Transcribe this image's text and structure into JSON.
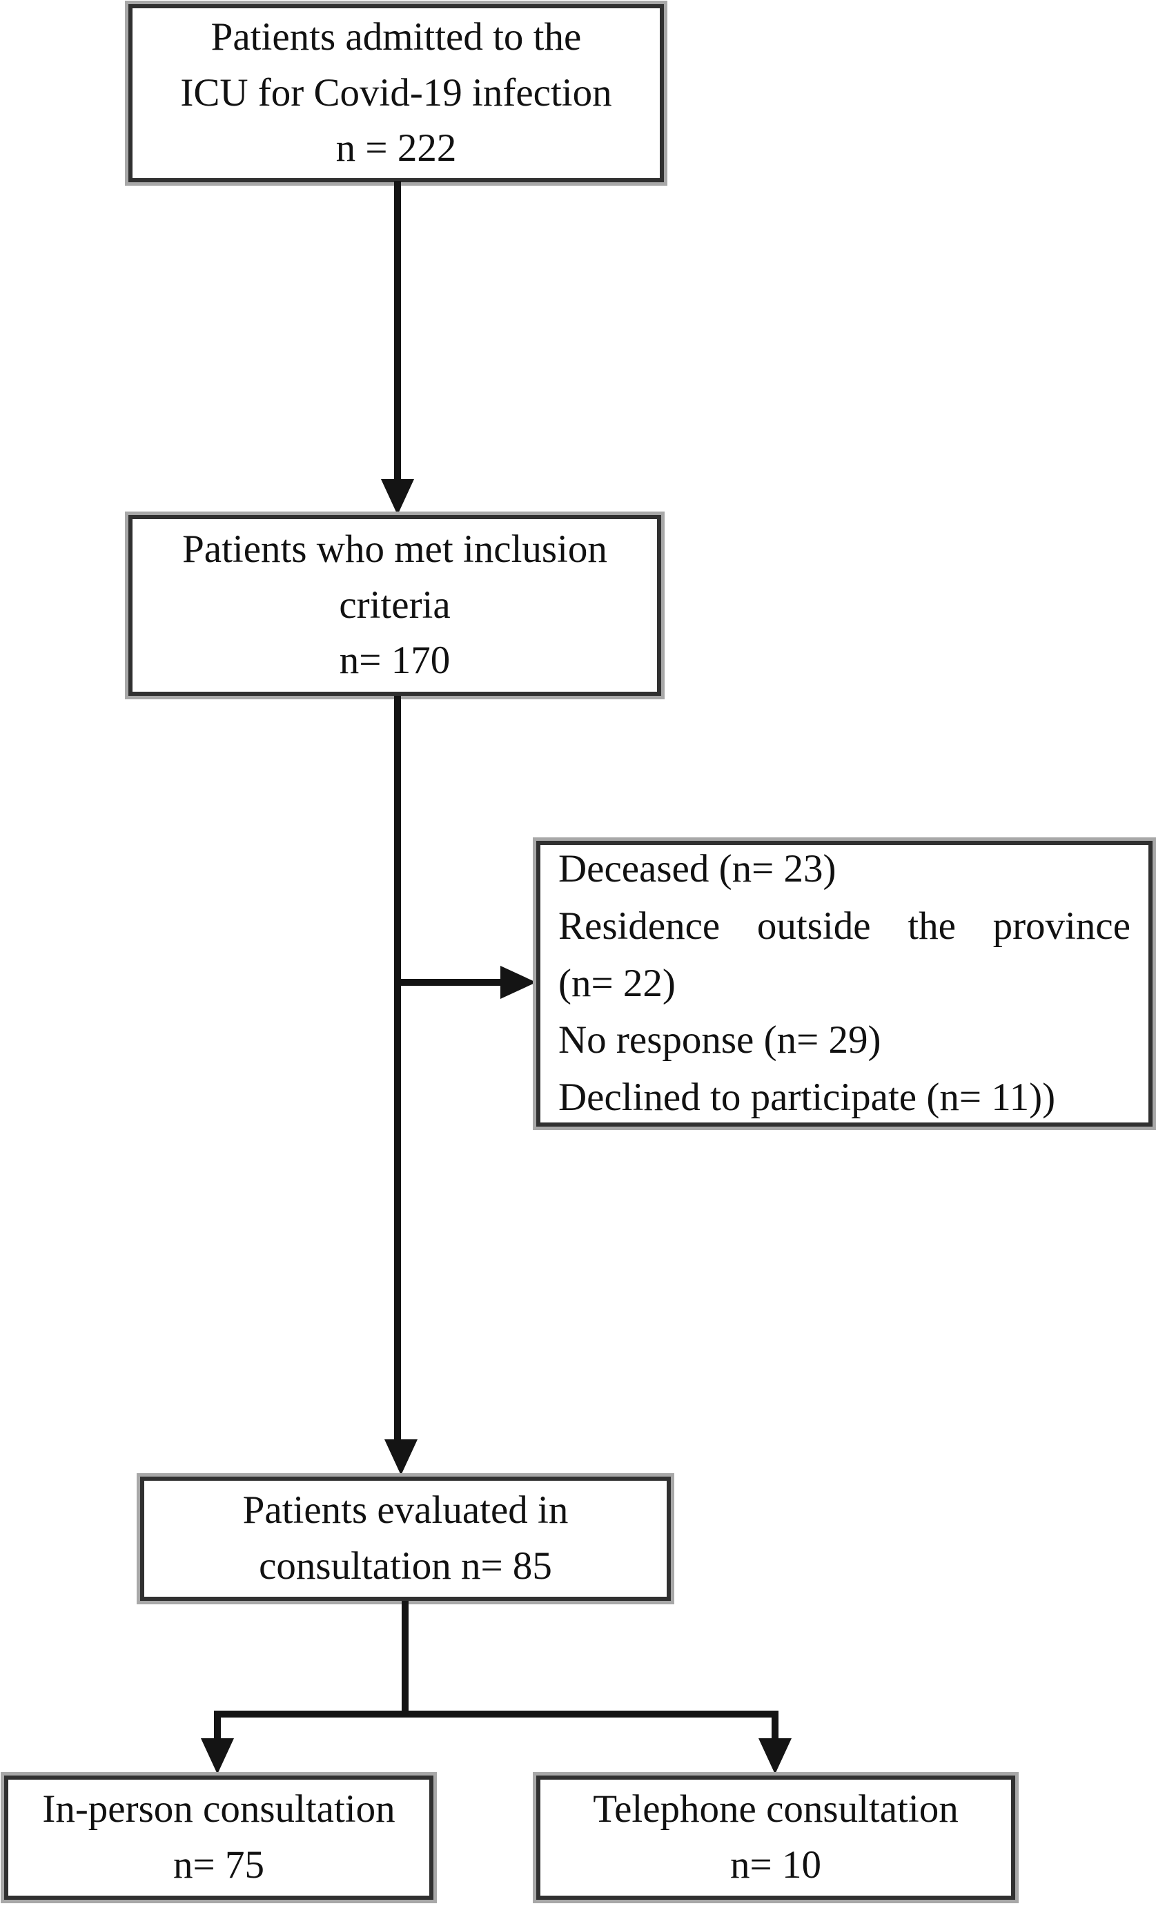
{
  "figure": {
    "type": "patient-flow-diagram",
    "colors": {
      "background": "#ffffff",
      "text": "#111111",
      "border": "#303030",
      "shadow": "#a8a8a8",
      "line": "#141414"
    },
    "boxes": {
      "admitted": {
        "lines": [
          "Patients admitted to the",
          "ICU for Covid-19 infection",
          "n = 222"
        ]
      },
      "inclusion": {
        "lines": [
          "Patients who met inclusion",
          "criteria",
          "n= 170"
        ]
      },
      "excluded": {
        "lines": [
          "Deceased (n= 23)",
          "Residence outside the province",
          "(n= 22)",
          "No response (n= 29)",
          "Declined to participate (n= 11))"
        ]
      },
      "evaluated": {
        "lines": [
          "Patients evaluated in",
          "consultation n= 85"
        ]
      },
      "in_person": {
        "lines": [
          "In-person consultation",
          "n= 75"
        ]
      },
      "telephone": {
        "lines": [
          "Telephone consultation",
          "n= 10"
        ]
      }
    }
  }
}
